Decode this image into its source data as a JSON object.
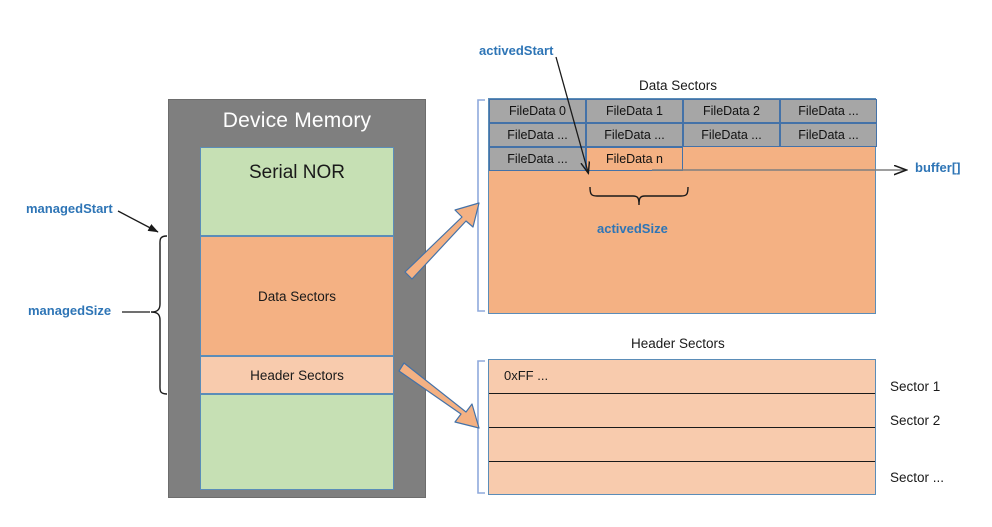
{
  "device_memory": {
    "title": "Device Memory",
    "bands": [
      {
        "label": "Serial NOR",
        "color": "#C6E0B4"
      },
      {
        "label": "Data Sectors",
        "color": "#F4B183"
      },
      {
        "label": "Header Sectors",
        "color": "#F8CBAD"
      },
      {
        "label": "",
        "color": "#C6E0B4"
      }
    ]
  },
  "annotations": {
    "managed_start": "managedStart",
    "managed_size": "managedSize",
    "actived_start": "activedStart",
    "actived_size": "activedSize",
    "buffer": "buffer[]"
  },
  "data_sectors_panel": {
    "title": "Data Sectors",
    "rows": [
      [
        "FileData 0",
        "FileData 1",
        "FileData 2",
        "FileData ..."
      ],
      [
        "FileData ...",
        "FileData ...",
        "FileData ...",
        "FileData ..."
      ],
      [
        "FileData ...",
        "FileData n",
        "",
        ""
      ]
    ]
  },
  "header_sectors_panel": {
    "title": "Header Sectors",
    "first_cell_text": "0xFF ...",
    "sector_captions": [
      "Sector 1",
      "Sector 2",
      "Sector ..."
    ]
  },
  "colors": {
    "green": "#C6E0B4",
    "orange": "#F4B183",
    "light_orange": "#F8CBAD",
    "gray_cell": "#A6A6A6",
    "frame_gray": "#7F7F7F",
    "border_blue": "#5B8DB8",
    "label_blue": "#2E75B6"
  }
}
